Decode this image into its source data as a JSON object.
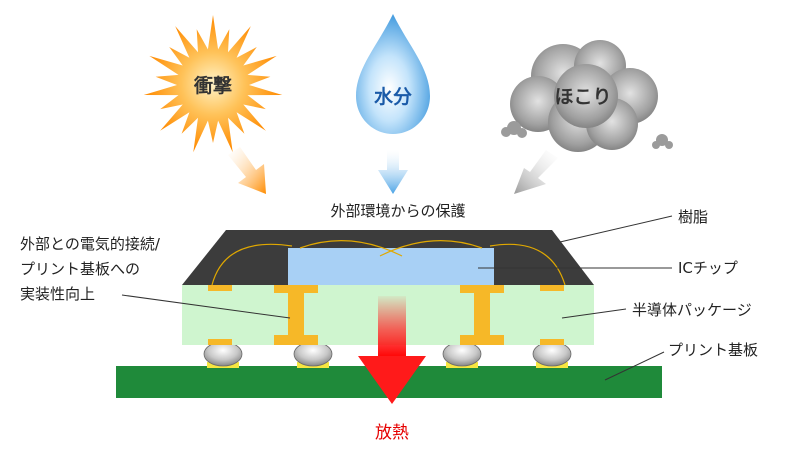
{
  "threats": {
    "shock": "衝撃",
    "moisture": "水分",
    "dust": "ほこり"
  },
  "protection_label": "外部環境からの保護",
  "left_label_lines": [
    "外部との電気的接続/",
    "プリント基板への",
    "実装性向上"
  ],
  "labels": {
    "resin": "樹脂",
    "ic_chip": "ICチップ",
    "package": "半導体パッケージ",
    "pcb": "プリント基板"
  },
  "heat_label": "放熱",
  "colors": {
    "resin": "#3c3c3c",
    "ic_chip": "#a8d0f5",
    "package": "#cff5cf",
    "pcb": "#1f8a3a",
    "lead": "#f6b828",
    "heat": "#ff1a1a",
    "heat_text": "#e60000"
  }
}
